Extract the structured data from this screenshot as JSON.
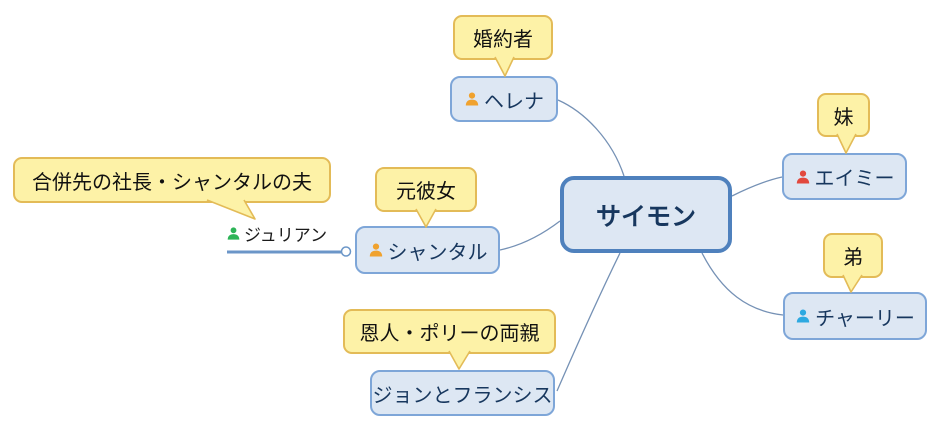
{
  "diagram": {
    "type": "mindmap",
    "background": "#ffffff",
    "center": {
      "label": "サイモン"
    },
    "topics": {
      "helena": {
        "label": "ヘレナ",
        "relation": "婚約者",
        "icon": "person-icon",
        "icon_color": "#f0a22e"
      },
      "amy": {
        "label": "エイミー",
        "relation": "妹",
        "icon": "person-icon",
        "icon_color": "#e2483d"
      },
      "charlie": {
        "label": "チャーリー",
        "relation": "弟",
        "icon": "person-icon",
        "icon_color": "#2da9e1"
      },
      "chantal": {
        "label": "シャンタル",
        "relation": "元彼女",
        "icon": "person-icon",
        "icon_color": "#f0a22e"
      },
      "john_francis": {
        "label": "ジョンとフランシス",
        "relation": "恩人・ポリーの両親"
      },
      "julian": {
        "label": "ジュリアン",
        "relation": "合併先の社長・シャンタルの夫",
        "icon": "person-icon",
        "icon_color": "#2db457"
      }
    },
    "colors": {
      "topic_fill": "#dde7f3",
      "topic_border": "#7ea6d8",
      "topic_text": "#17375e",
      "center_border": "#4f81bd",
      "callout_fill": "#fdf2a7",
      "callout_border": "#e3bb57",
      "callout_text": "#111111",
      "connector": "#7591b5",
      "julian_underline": "#6b96c8"
    }
  }
}
